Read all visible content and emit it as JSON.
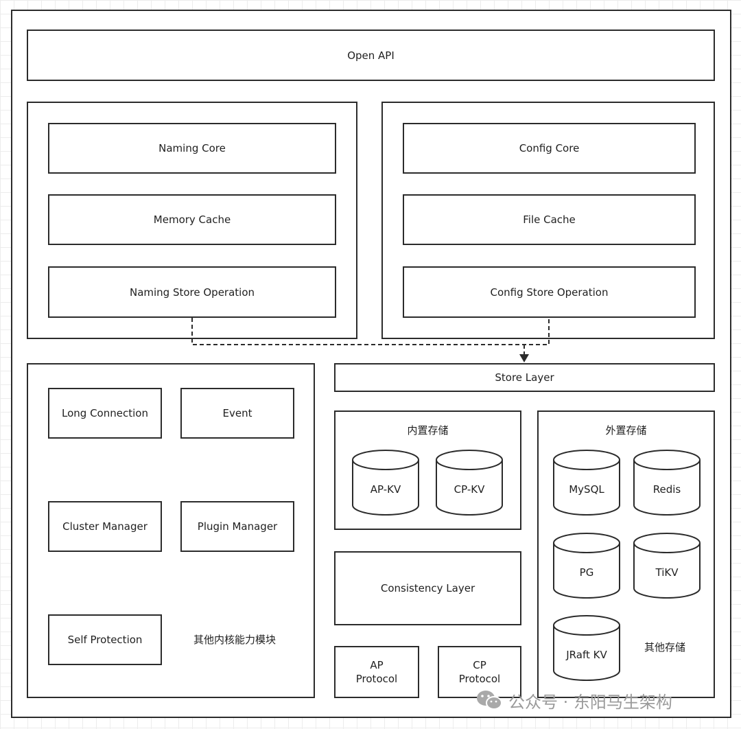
{
  "open_api": "Open API",
  "naming": {
    "core": "Naming Core",
    "cache": "Memory Cache",
    "store_op": "Naming Store Operation"
  },
  "config": {
    "core": "Config Core",
    "cache": "File Cache",
    "store_op": "Config Store Operation"
  },
  "store_layer": "Store Layer",
  "builtin_storage": {
    "title": "内置存储",
    "items": [
      "AP-KV",
      "CP-KV"
    ]
  },
  "external_storage": {
    "title": "外置存储",
    "items": [
      "MySQL",
      "Redis",
      "PG",
      "TiKV",
      "JRaft KV"
    ],
    "other": "其他存储"
  },
  "consistency_layer": "Consistency Layer",
  "protocols": {
    "ap": "AP\nProtocol",
    "cp": "CP\nProtocol"
  },
  "kernel": {
    "long_connection": "Long Connection",
    "event": "Event",
    "cluster_manager": "Cluster Manager",
    "plugin_manager": "Plugin Manager",
    "self_protection": "Self Protection",
    "other_modules": "其他内核能力模块"
  },
  "watermark": "公众号 · 东阳马生架构"
}
